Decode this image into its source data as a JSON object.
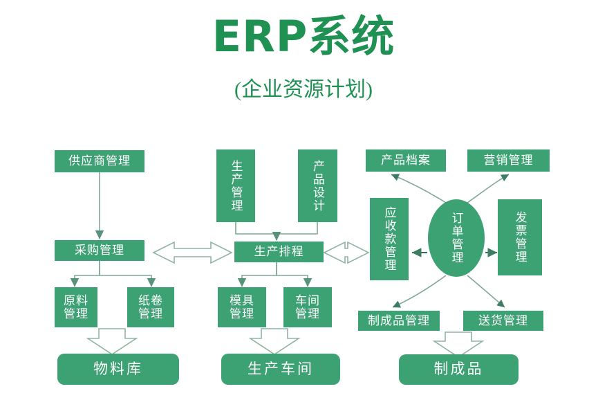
{
  "header": {
    "title": "ERP系统",
    "subtitle": "(企业资源计划)",
    "accent_color": "#1E9153",
    "node_color": "#3CA274",
    "node_text_color": "#FFFFFF",
    "connector_color": "#6E9C86",
    "background_color": "#FFFFFF"
  },
  "diagram": {
    "type": "flowchart",
    "columns": [
      {
        "name": "procurement",
        "nodes": [
          "供应商管理",
          "采购管理",
          "原料管理",
          "纸卷管理",
          "物料库"
        ]
      },
      {
        "name": "production",
        "nodes": [
          "生产管理",
          "产品设计",
          "生产排程",
          "模具管理",
          "车间管理",
          "生产车间"
        ]
      },
      {
        "name": "sales",
        "nodes": [
          "产品档案",
          "营销管理",
          "应收款管理",
          "订单管理",
          "发票管理",
          "制成品管理",
          "送货管理",
          "制成品"
        ]
      }
    ],
    "nodes": {
      "supplier_mgmt": "供应商管理",
      "purchase_mgmt": "采购管理",
      "material_mgmt": "原料\n管理",
      "paper_roll_mgmt": "纸卷\n管理",
      "material_warehouse": "物料库",
      "production_mgmt": "生产管理",
      "product_design": "产品设计",
      "production_schedule": "生产排程",
      "mold_mgmt": "模具\n管理",
      "workshop_mgmt": "车间\n管理",
      "production_workshop": "生产车间",
      "product_archive": "产品档案",
      "marketing_mgmt": "营销管理",
      "receivables_mgmt": "应收款管理",
      "order_mgmt": "订单管理",
      "invoice_mgmt": "发票管理",
      "finished_goods_mgmt": "制成品管理",
      "delivery_mgmt": "送货管理",
      "finished_goods": "制成品"
    },
    "edges": [
      {
        "from": "供应商管理",
        "to": "采购管理",
        "style": "solid-arrow"
      },
      {
        "from": "采购管理",
        "to": "原料管理",
        "style": "solid-arrow"
      },
      {
        "from": "采购管理",
        "to": "纸卷管理",
        "style": "solid-arrow"
      },
      {
        "from": "原料管理/纸卷管理",
        "to": "物料库",
        "style": "hollow-block-arrow"
      },
      {
        "from": "生产管理",
        "to": "生产排程",
        "style": "solid-arrow"
      },
      {
        "from": "产品设计",
        "to": "生产排程",
        "style": "solid-arrow"
      },
      {
        "from": "生产排程",
        "to": "模具管理",
        "style": "solid-arrow"
      },
      {
        "from": "生产排程",
        "to": "车间管理",
        "style": "solid-arrow"
      },
      {
        "from": "模具管理/车间管理",
        "to": "生产车间",
        "style": "hollow-block-arrow"
      },
      {
        "from": "采购管理",
        "to": "生产排程",
        "style": "hollow-double-arrow"
      },
      {
        "from": "生产排程",
        "to": "应收款管理",
        "style": "hollow-double-arrow"
      },
      {
        "from": "订单管理",
        "to": "产品档案",
        "style": "curved-arrow"
      },
      {
        "from": "订单管理",
        "to": "营销管理",
        "style": "curved-arrow"
      },
      {
        "from": "订单管理",
        "to": "应收款管理",
        "style": "solid-arrow"
      },
      {
        "from": "订单管理",
        "to": "发票管理",
        "style": "solid-arrow"
      },
      {
        "from": "订单管理",
        "to": "制成品管理",
        "style": "curved-arrow"
      },
      {
        "from": "订单管理",
        "to": "送货管理",
        "style": "curved-arrow"
      },
      {
        "from": "制成品管理/送货管理",
        "to": "制成品",
        "style": "hollow-block-arrow"
      }
    ]
  }
}
